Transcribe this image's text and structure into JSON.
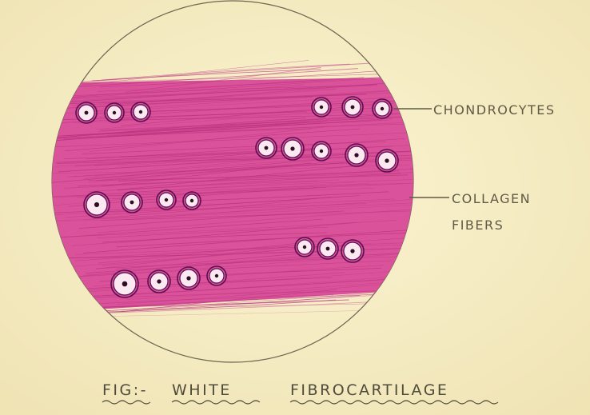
{
  "figure": {
    "caption_prefix": "FIG:-",
    "caption_title_word1": "WHITE",
    "caption_title_word2": "FIBROCARTILAGE"
  },
  "labels": {
    "chondrocytes": "CHONDROCYTES",
    "collagen_line1": "COLLAGEN",
    "collagen_line2": "FIBERS"
  },
  "colors": {
    "paper": "#f6edc6",
    "tissue_pink": "#d9529a",
    "fiber_stroke": "#b8307c",
    "cell_ring": "#5a1050",
    "nucleus": "#2a1020",
    "ink": "#5e5a45"
  }
}
